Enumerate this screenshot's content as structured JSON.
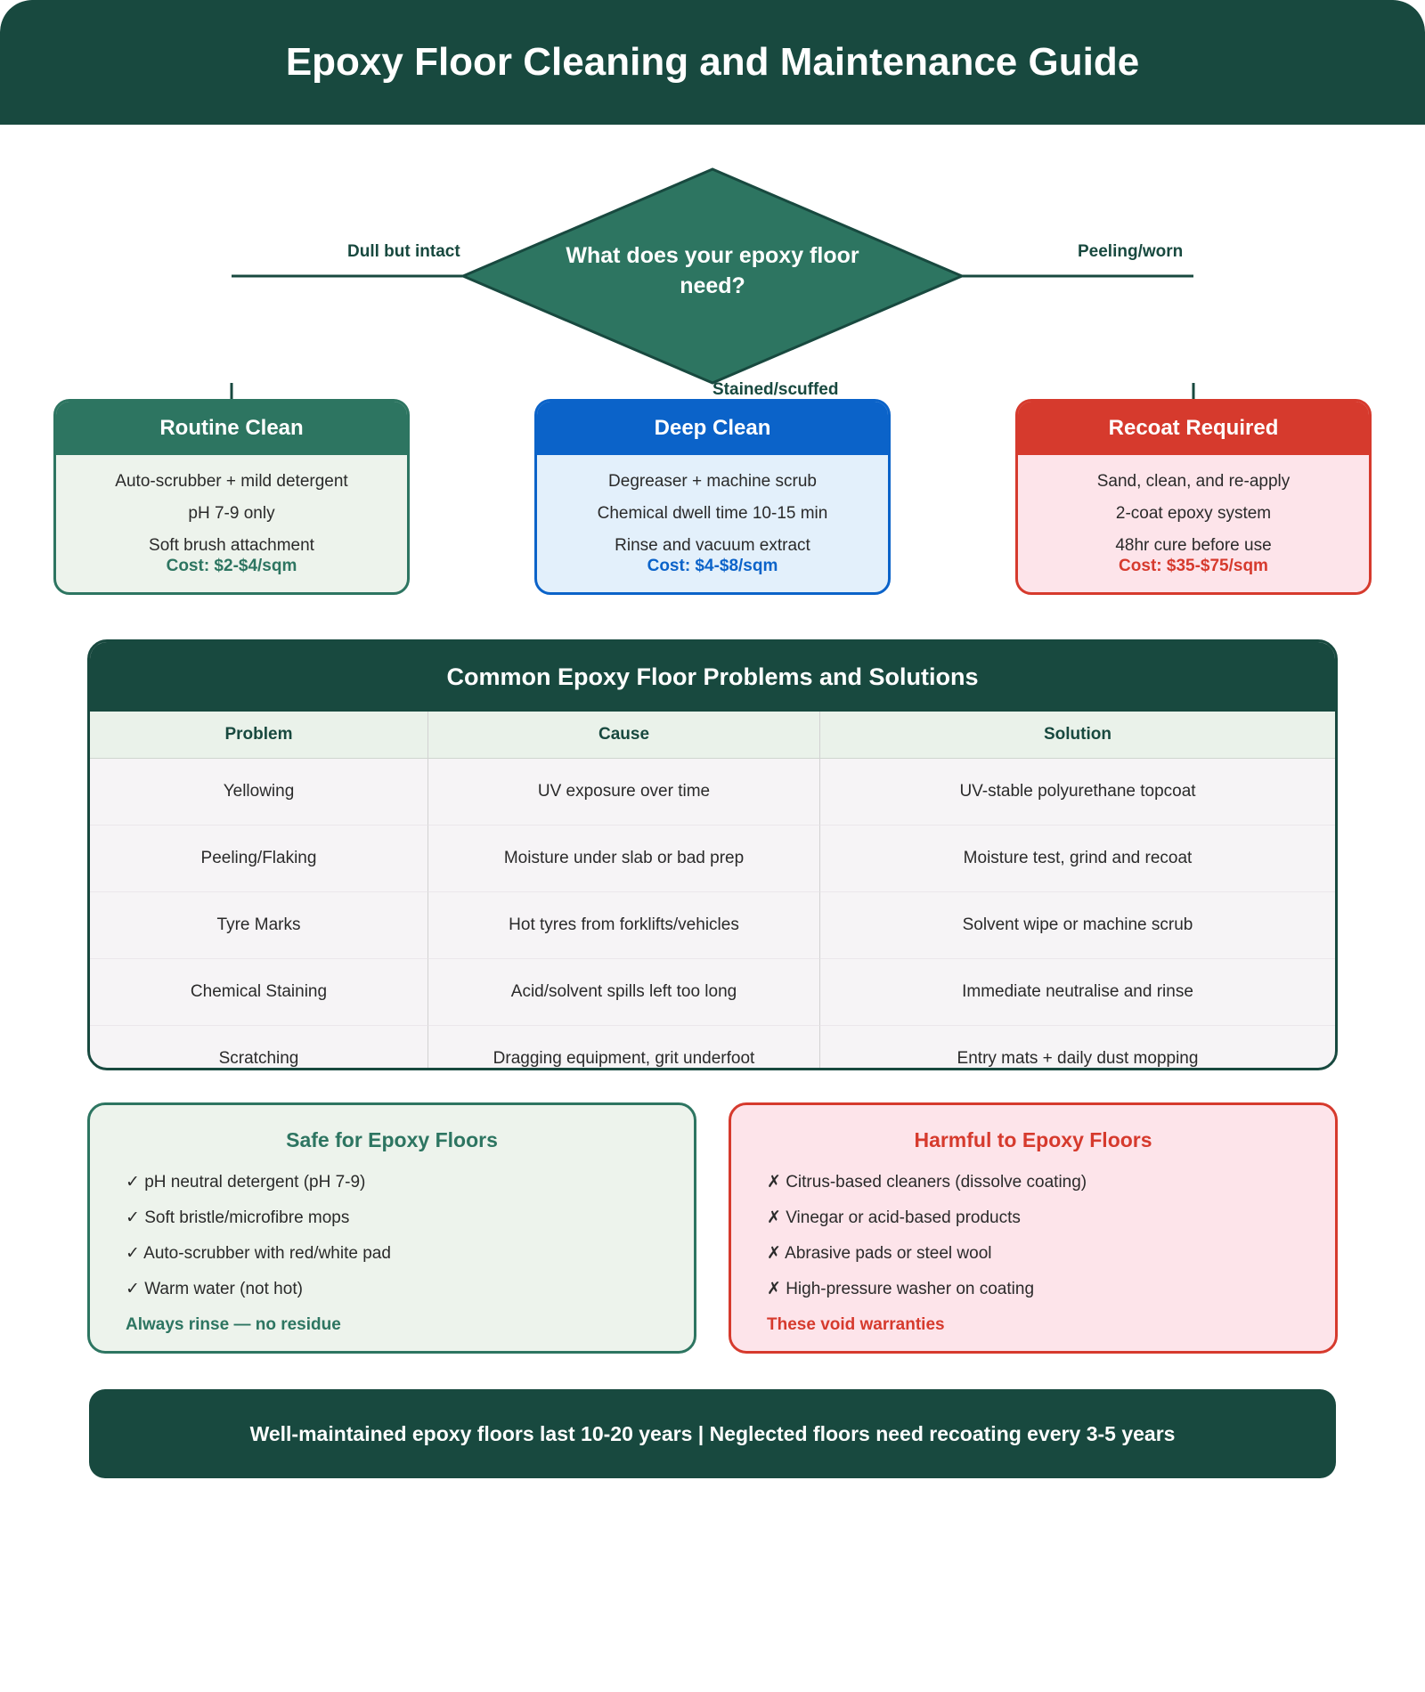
{
  "header": {
    "title": "Epoxy Floor Cleaning and Maintenance Guide"
  },
  "flowchart": {
    "question": "What does your epoxy floor need?",
    "branches": {
      "left": "Dull but intact",
      "center": "Stained/scuffed",
      "right": "Peeling/worn"
    },
    "colors": {
      "decision": "#2d7561",
      "line": "#18493f"
    }
  },
  "cards": {
    "routine": {
      "title": "Routine Clean",
      "lines": [
        "Auto-scrubber + mild detergent",
        "pH 7-9 only",
        "Soft brush attachment"
      ],
      "cost": "Cost: $2-$4/sqm",
      "colors": {
        "head": "#2d7561",
        "bg": "#edf3ec",
        "text": "#2d7561"
      }
    },
    "deep": {
      "title": "Deep Clean",
      "lines": [
        "Degreaser + machine scrub",
        "Chemical dwell time 10-15 min",
        "Rinse and vacuum extract"
      ],
      "cost": "Cost: $4-$8/sqm",
      "colors": {
        "head": "#0b63c9",
        "bg": "#e3f0fb",
        "text": "#0b63c9"
      }
    },
    "recoat": {
      "title": "Recoat Required",
      "lines": [
        "Sand, clean, and re-apply",
        "2-coat epoxy system",
        "48hr cure before use"
      ],
      "cost": "Cost: $35-$75/sqm",
      "colors": {
        "head": "#d63a2d",
        "bg": "#fde4ea",
        "text": "#d63a2d"
      }
    }
  },
  "problems_table": {
    "title": "Common Epoxy Floor Problems and Solutions",
    "headers": [
      "Problem",
      "Cause",
      "Solution"
    ],
    "rows": [
      [
        "Yellowing",
        "UV exposure over time",
        "UV-stable polyurethane topcoat"
      ],
      [
        "Peeling/Flaking",
        "Moisture under slab or bad prep",
        "Moisture test, grind and recoat"
      ],
      [
        "Tyre Marks",
        "Hot tyres from forklifts/vehicles",
        "Solvent wipe or machine scrub"
      ],
      [
        "Chemical Staining",
        "Acid/solvent spills left too long",
        "Immediate neutralise and rinse"
      ],
      [
        "Scratching",
        "Dragging equipment, grit underfoot",
        "Entry mats + daily dust mopping"
      ]
    ]
  },
  "safe": {
    "title": "Safe for Epoxy Floors",
    "items": [
      "✓ pH neutral detergent (pH 7-9)",
      "✓ Soft bristle/microfibre mops",
      "✓ Auto-scrubber with red/white pad",
      "✓ Warm water (not hot)"
    ],
    "note": "Always rinse — no residue",
    "colors": {
      "accent": "#2d7561",
      "bg": "#edf3ec"
    }
  },
  "harmful": {
    "title": "Harmful to Epoxy Floors",
    "items": [
      "✗ Citrus-based cleaners (dissolve coating)",
      "✗ Vinegar or acid-based products",
      "✗ Abrasive pads or steel wool",
      "✗ High-pressure washer on coating"
    ],
    "note": "These void warranties",
    "colors": {
      "accent": "#d63a2d",
      "bg": "#fde4ea"
    }
  },
  "footer": {
    "text": "Well-maintained epoxy floors last 10-20 years | Neglected floors need recoating every 3-5 years"
  }
}
